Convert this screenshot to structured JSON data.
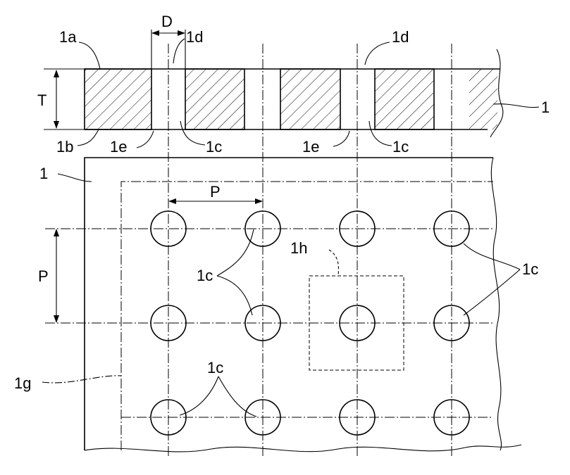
{
  "labels": {
    "plate_top_surface": "1a",
    "plate_bottom_surface": "1b",
    "hole_wall_left": "1c",
    "hole_wall_right": "1c",
    "hole_top_edge_left": "1d",
    "hole_top_edge_right": "1d",
    "hole_bottom_edge_left": "1e",
    "hole_bottom_edge_right": "1e",
    "plate_section": "1",
    "plate_plan": "1",
    "thickness": "T",
    "hole_diameter": "D",
    "pitch_horizontal": "P",
    "pitch_vertical": "P",
    "hole_group_upper": "1c",
    "hole_group_right": "1c",
    "hole_group_lower": "1c",
    "region_boundary": "1g",
    "unit_region": "1h"
  },
  "hole_grid": {
    "rows": 3,
    "columns": 4
  }
}
